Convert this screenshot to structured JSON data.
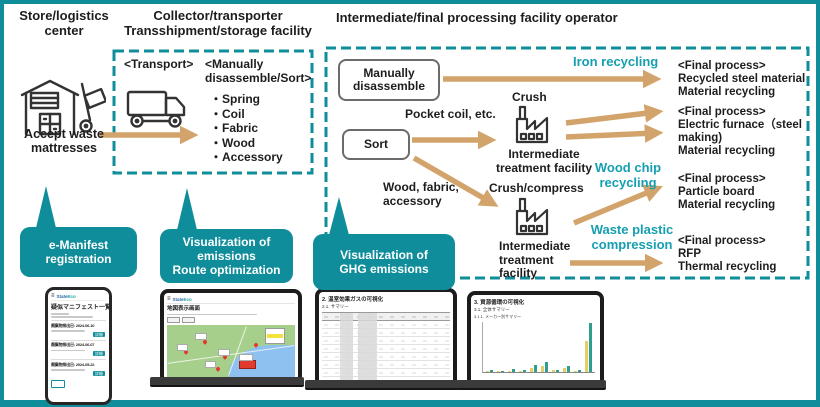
{
  "colors": {
    "teal": "#0f8d9a",
    "teal_text": "#159fb0",
    "arrow_tan": "#d2a46c"
  },
  "headers": {
    "store_line1": "Store/logistics",
    "store_line2": "center",
    "collector_line1": "Collector/transporter",
    "collector_line2": "Transshipment/storage facility",
    "operator": "Intermediate/final processing facility operator"
  },
  "store": {
    "accept_line1": "Accept waste",
    "accept_line2": "mattresses"
  },
  "collector": {
    "transport_heading": "<Transport>",
    "sort_heading_line1": "<Manually",
    "sort_heading_line2": "disassemble/Sort>",
    "items": [
      "・Spring",
      "・Coil",
      "・Fabric",
      "・Wood",
      "・Accessory"
    ]
  },
  "operator": {
    "manual_box": "Manually disassemble",
    "sort_box": "Sort",
    "crush_label": "Crush",
    "pocket_label": "Pocket coil, etc.",
    "wood_label_line1": "Wood, fabric,",
    "wood_label_line2": "accessory",
    "crush_compress_label": "Crush/compress",
    "facility1_line1": "Intermediate",
    "facility1_line2": "treatment facility",
    "facility2_line1": "Intermediate",
    "facility2_line2": "treatment",
    "facility2_line3": "facility",
    "iron_recycling": "Iron recycling",
    "wood_chip_line1": "Wood chip",
    "wood_chip_line2": "recycling",
    "waste_plastic_line1": "Waste plastic",
    "waste_plastic_line2": "compression",
    "finals": [
      {
        "heading": "<Final process>",
        "line1": "Recycled steel material",
        "line2": "Material recycling"
      },
      {
        "heading": "<Final process>",
        "line1": "Electric furnace（steel making)",
        "line2": "Material recycling"
      },
      {
        "heading": "<Final process>",
        "line1": "Particle board",
        "line2": "Material recycling"
      },
      {
        "heading": "<Final process>",
        "line1": "RFP",
        "line2": "Thermal recycling"
      }
    ]
  },
  "bubbles": [
    {
      "line1": "e-Manifest",
      "line2": "registration"
    },
    {
      "line1": "Visualization of",
      "line2": "emissions",
      "line3": "Route optimization"
    },
    {
      "line1": "Visualization of",
      "line2": "GHG emissions"
    }
  ],
  "devices": {
    "hamburger_icon": "≡",
    "logo_part1": "State",
    "logo_part2": "Eco",
    "phone": {
      "title": "疑似マニフェスト一覧",
      "cards": [
        {
          "label": "廃棄物排出日: 2024-06-10",
          "button": "詳細"
        },
        {
          "label": "廃棄物排出日: 2024-06-07",
          "button": "詳細"
        },
        {
          "label": "廃棄物排出日: 2024-05-22",
          "button": "詳細"
        }
      ]
    },
    "laptop_map": {
      "title": "地図表示画面"
    },
    "laptop_table": {
      "title": "2. 温室効果ガスの可視化",
      "subtitle": "2.1. サマリー"
    },
    "laptop_chart": {
      "title": "3. 資源循環の可視化",
      "subtitle": "3.1. 全体サマリー",
      "subsubtitle": "3.1.1. メーカー別サマリー"
    }
  },
  "chart_data": {
    "type": "bar",
    "title": "3.1.1. メーカー別サマリー",
    "categories": [
      "1",
      "2",
      "3",
      "4",
      "5",
      "6",
      "7",
      "8",
      "9",
      "10"
    ],
    "series": [
      {
        "name": "series-yellow",
        "color": "#e3cf66",
        "values": [
          2,
          1,
          2,
          1,
          8,
          10,
          3,
          8,
          2,
          55
        ]
      },
      {
        "name": "series-teal",
        "color": "#2f9e8c",
        "values": [
          3,
          2,
          5,
          3,
          12,
          18,
          4,
          10,
          3,
          88
        ]
      }
    ],
    "ylim": [
      0,
      90
    ],
    "legend_position": "none"
  }
}
